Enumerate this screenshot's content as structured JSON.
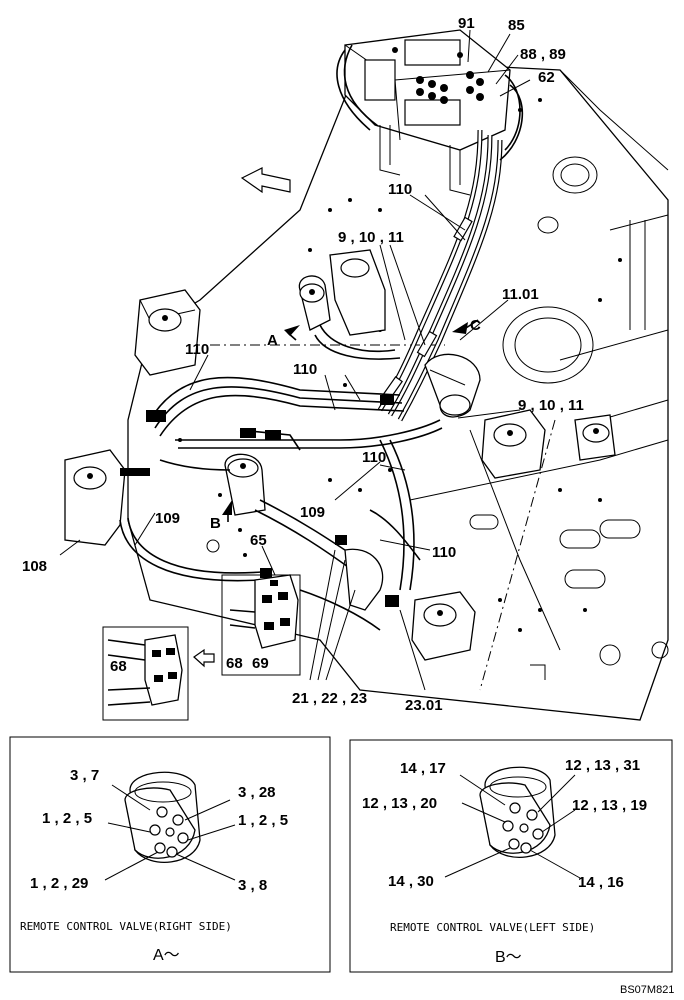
{
  "labels": {
    "l91": "91",
    "l85": "85",
    "l88_89": "88 , 89",
    "l62": "62",
    "l110_top": "110",
    "l9_10_11_top": "9 , 10 , 11",
    "l11_01": "11.01",
    "arrowA": "A",
    "arrowC": "C",
    "l110_left": "110",
    "l110_mid": "110",
    "l9_10_11_right": "9 , 10 , 11",
    "l110_right": "110",
    "arrowB": "B",
    "l109_left": "109",
    "l109_mid": "109",
    "l108": "108",
    "l65": "65",
    "l110_low": "110",
    "l68_inset": "68",
    "l68": "68",
    "l69": "69",
    "l21_22_23": "21 , 22 , 23",
    "l23_01": "23.01"
  },
  "viewA": {
    "l3_7": "3 , 7",
    "l3_28": "3 , 28",
    "l1_2_5_left": "1 , 2 , 5",
    "l1_2_5_right": "1 , 2 , 5",
    "l1_2_29": "1 , 2 , 29",
    "l3_8": "3 , 8",
    "caption": "REMOTE CONTROL VALVE(RIGHT SIDE)",
    "view_label": "A～"
  },
  "viewB": {
    "l14_17": "14 , 17",
    "l12_13_31": "12 , 13 , 31",
    "l12_13_20": "12 , 13 , 20",
    "l12_13_19": "12 , 13 , 19",
    "l14_30": "14 , 30",
    "l14_16": "14 , 16",
    "caption": "REMOTE CONTROL VALVE(LEFT SIDE)",
    "view_label": "B～"
  },
  "drawing_ref": "BS07M821"
}
